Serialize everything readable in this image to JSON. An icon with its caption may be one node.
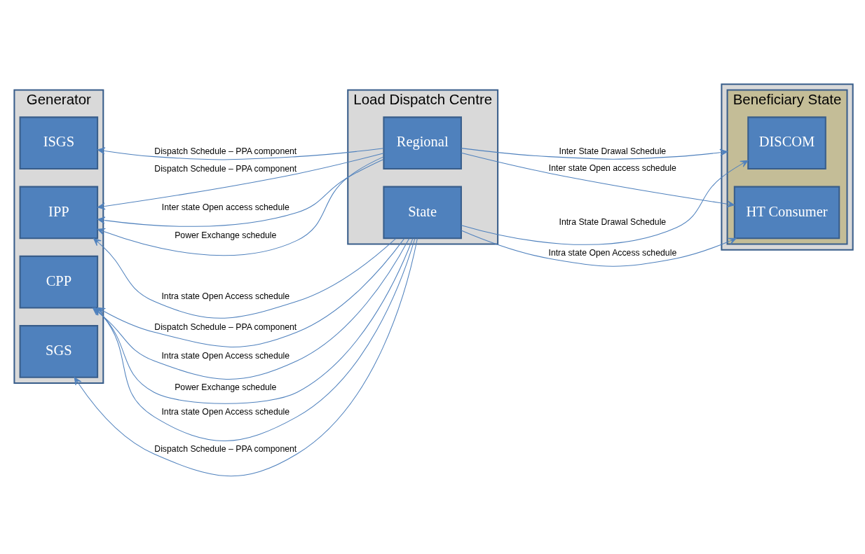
{
  "diagram": {
    "nodes": [
      {
        "text": [
          "Generator"
        ]
      },
      {
        "text": [
          "ISGS"
        ],
        "in": 0
      },
      {
        "text": [
          "IPP"
        ],
        "in": 0
      },
      {
        "text": [
          "CPP"
        ],
        "in": 0
      },
      {
        "text": [
          "SGS"
        ],
        "in": 0
      },
      {
        "text": [
          "Load Dispatch Centre"
        ]
      },
      {
        "text": [
          "Regional"
        ],
        "in": 5
      },
      {
        "text": [
          "State"
        ],
        "in": 5
      },
      {
        "text": [],
        "shape": "box"
      },
      {
        "text": [
          "Beneficiary State"
        ],
        "in": 8
      },
      {
        "text": [
          "DISCOM"
        ],
        "in": 9
      },
      {
        "text": [
          "HT Consumer"
        ],
        "in": 9
      }
    ],
    "edges": [
      {
        "from": 6,
        "to": 1,
        "arrow": "to",
        "label": "Dispatch Schedule – PPA component"
      },
      {
        "from": 6,
        "to": 2,
        "arrow": "to",
        "label": "Dispatch Schedule – PPA component"
      },
      {
        "from": 6,
        "to": 2,
        "arrow": "to",
        "label": "Inter state Open access schedule"
      },
      {
        "from": 6,
        "to": 2,
        "arrow": "to",
        "label": "Power Exchange schedule"
      },
      {
        "from": 7,
        "to": 2,
        "arrow": "to",
        "label": "Intra state Open Access schedule"
      },
      {
        "from": 7,
        "to": 3,
        "arrow": "to",
        "label": "Dispatch Schedule – PPA component"
      },
      {
        "from": 7,
        "to": 3,
        "arrow": "to",
        "label": "Intra state Open Access schedule"
      },
      {
        "from": 7,
        "to": 3,
        "arrow": "to",
        "label": "Power Exchange schedule"
      },
      {
        "from": 7,
        "to": 3,
        "arrow": "to",
        "label": "Intra state Open Access schedule"
      },
      {
        "from": 7,
        "to": 4,
        "arrow": "to",
        "label": "Dispatch Schedule – PPA component"
      },
      {
        "from": 6,
        "to": 9,
        "arrow": "to",
        "label": "Inter State Drawal Schedule"
      },
      {
        "from": 7,
        "to": 10,
        "arrow": "to",
        "label": "Intra State Drawal Schedule"
      },
      {
        "from": 6,
        "to": 11,
        "arrow": "to",
        "label": "Inter state Open access schedule"
      },
      {
        "from": 7,
        "to": 11,
        "arrow": "to",
        "label": "Intra state Open Access schedule"
      }
    ]
  }
}
